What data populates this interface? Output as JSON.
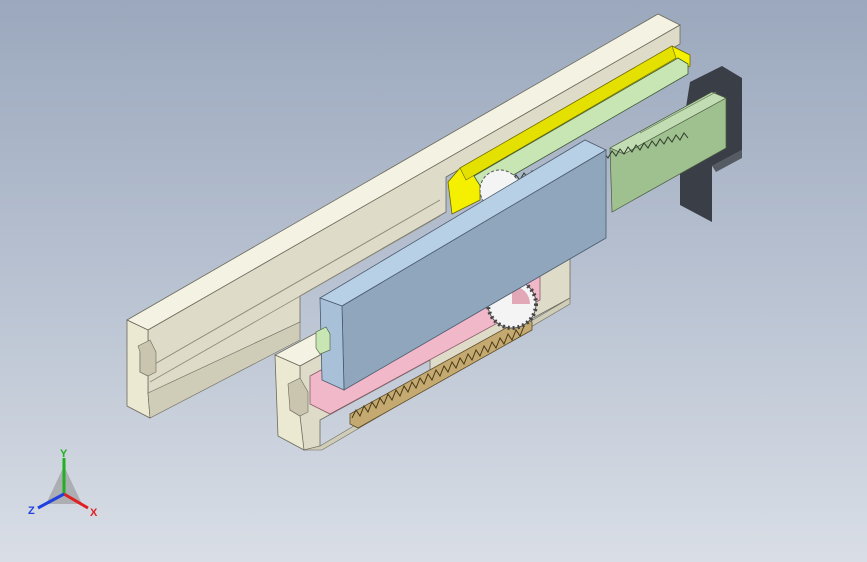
{
  "viewport": {
    "name": "cad-3d-viewport",
    "background_top": "#9ba8bd",
    "background_bottom": "#d9dee6"
  },
  "model": {
    "parts": [
      {
        "name": "long-c-rail",
        "color": "#f2efdc"
      },
      {
        "name": "short-c-rail",
        "color": "#f2efdc"
      },
      {
        "name": "yellow-rack",
        "color": "#f5f000"
      },
      {
        "name": "green-rack-upper",
        "color": "#c8e6b4"
      },
      {
        "name": "green-carriage",
        "color": "#9fc08f"
      },
      {
        "name": "blue-slider-block",
        "color": "#8fa6bd"
      },
      {
        "name": "pink-rail-insert",
        "color": "#f0b8c8"
      },
      {
        "name": "tan-rack-lower",
        "color": "#c4aa70"
      },
      {
        "name": "pinion-gear-upper",
        "color": "#f4f4f4"
      },
      {
        "name": "pinion-gear-lower",
        "color": "#f4f4f4"
      },
      {
        "name": "dark-end-plate",
        "color": "#3a3f47"
      }
    ]
  },
  "triad": {
    "axis_x": "X",
    "axis_y": "Y",
    "axis_z": "Z",
    "color_x": "#e02020",
    "color_y": "#20b020",
    "color_z": "#2040e0"
  }
}
